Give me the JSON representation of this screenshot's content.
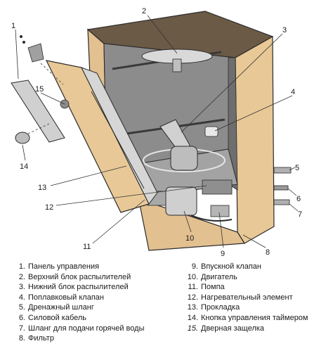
{
  "callouts": {
    "c1": "1",
    "c2": "2",
    "c3": "3",
    "c4": "4",
    "c5": "5",
    "c6": "6",
    "c7": "7",
    "c8": "8",
    "c9": "9",
    "c10": "10",
    "c11": "11",
    "c12": "12",
    "c13": "13",
    "c14": "14",
    "c15": "15"
  },
  "legend": {
    "left": [
      {
        "num": "1.",
        "label": "Панель управления"
      },
      {
        "num": "2.",
        "label": "Верхний блок распылителей"
      },
      {
        "num": "3.",
        "label": "Нижний блок распылителей"
      },
      {
        "num": "4.",
        "label": "Поплавковый клапан"
      },
      {
        "num": "5.",
        "label": "Дренажный шланг"
      },
      {
        "num": "6.",
        "label": "Силовой кабель"
      },
      {
        "num": "7.",
        "label": "Шланг для подачи горячей воды"
      },
      {
        "num": "8.",
        "label": "Фильтр"
      }
    ],
    "right": [
      {
        "num": "9.",
        "label": "Впускной клапан"
      },
      {
        "num": "10.",
        "label": "Двигатель"
      },
      {
        "num": "11.",
        "label": "Помпа"
      },
      {
        "num": "12.",
        "label": "Нагревательный элемент"
      },
      {
        "num": "13.",
        "label": "Прокладка"
      },
      {
        "num": "14.",
        "label": "Кнопка управления таймером"
      },
      {
        "num": "15.",
        "label": "Дверная защелка"
      }
    ]
  },
  "colors": {
    "wood_top": "#6b5a45",
    "wood_side": "#e8c896",
    "tub_gray": "#8c8c8c",
    "outline": "#2a2a2a",
    "callout_line": "#333333"
  }
}
